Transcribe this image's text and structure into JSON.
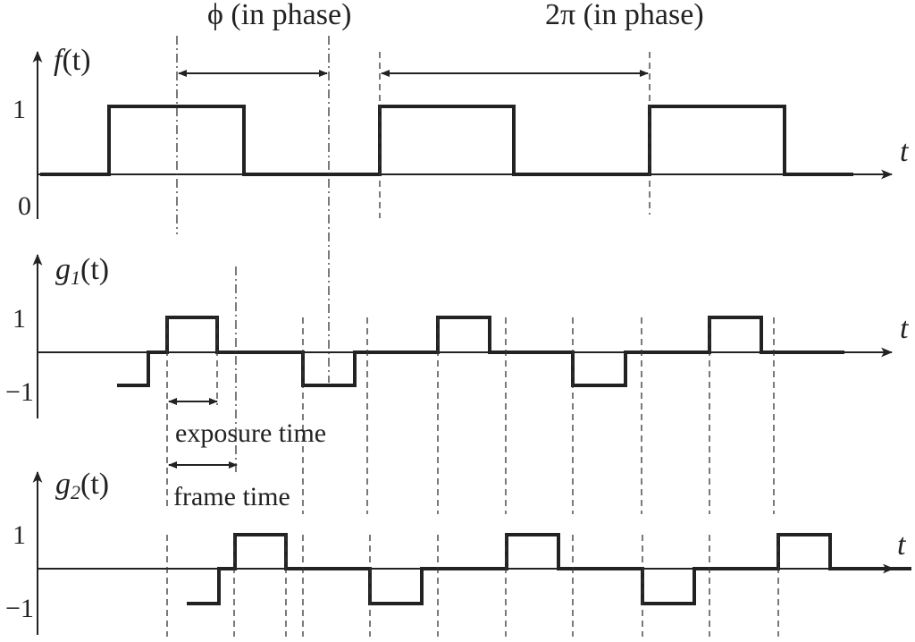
{
  "annotations": {
    "phase_shift": "ϕ (in phase)",
    "period": "2π (in phase)",
    "exposure_time": "exposure time",
    "frame_time": "frame time"
  },
  "signals": [
    {
      "id": "f",
      "name_main": "f",
      "name_sub": "",
      "name_arg": "(t)",
      "axis_var": "t",
      "ticks": [
        "1",
        "0"
      ],
      "levels": [
        0,
        1
      ]
    },
    {
      "id": "g1",
      "name_main": "g",
      "name_sub": "1",
      "name_arg": "(t)",
      "axis_var": "t",
      "ticks": [
        "1",
        "−1"
      ],
      "levels": [
        -1,
        0,
        1
      ]
    },
    {
      "id": "g2",
      "name_main": "g",
      "name_sub": "2",
      "name_arg": "(t)",
      "axis_var": "t",
      "ticks": [
        "1",
        "−1"
      ],
      "levels": [
        -1,
        0,
        1
      ]
    }
  ]
}
